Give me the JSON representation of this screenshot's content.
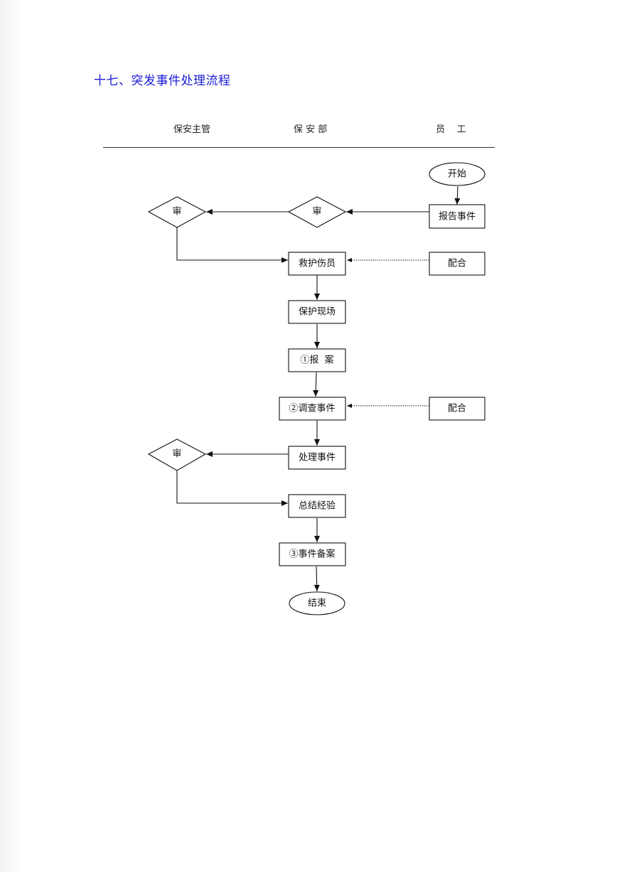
{
  "title": "十七、突发事件处理流程",
  "lanes": {
    "supervisor": "保安主管",
    "department": "保 安 部",
    "staff": "员    工"
  },
  "nodes": {
    "start": "开始",
    "report_event": "报告事件",
    "review_dept": "审",
    "review_supervisor_1": "审",
    "rescue": "救护伤员",
    "cooperate_1": "配合",
    "protect_scene": "保护现场",
    "file_report": "①报  案",
    "investigate": "②调查事件",
    "cooperate_2": "配合",
    "handle_event": "处理事件",
    "review_supervisor_2": "审",
    "summarize": "总结经验",
    "archive": "③事件备案",
    "end": "结束"
  },
  "colors": {
    "title": "#1a1ad4",
    "line": "#111111"
  }
}
